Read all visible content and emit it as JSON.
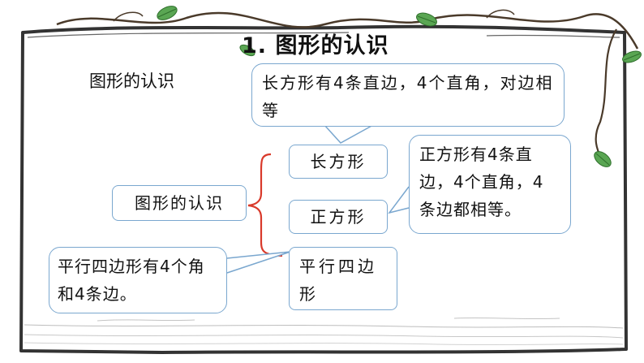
{
  "slide": {
    "title": "1. 图形的认识",
    "subtitle": "图形的认识"
  },
  "diagram": {
    "root": "图形的认识",
    "branches": [
      "长方形",
      "正方形",
      "平行四边形"
    ],
    "callouts": {
      "rectangle": "长方形有4条直边，4个直角，对边相等",
      "square": "正方形有4条直边，4个直角，4条边都相等。",
      "parallelogram": "平行四边形有4个角和4条边。"
    }
  },
  "colors": {
    "box_border": "#7aa7cf",
    "brace": "#d93a2b",
    "frame": "#3b3b3b",
    "leaf": "#4f9a4a"
  }
}
